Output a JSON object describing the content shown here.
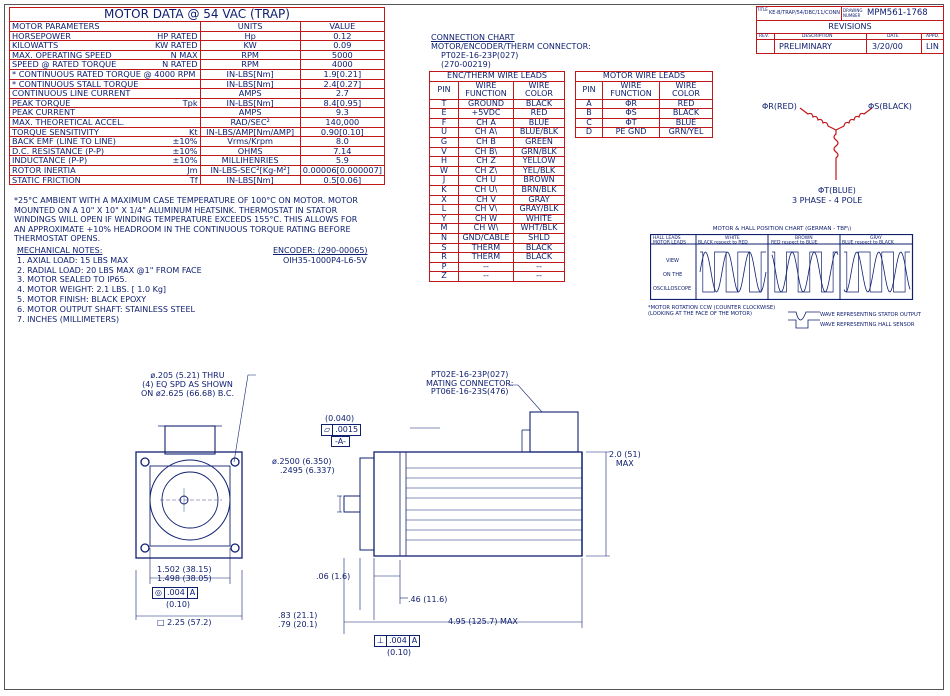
{
  "motor_table": {
    "title": "MOTOR DATA @ 54 VAC (TRAP)",
    "headers": [
      "MOTOR PARAMETERS",
      "UNITS",
      "VALUE"
    ],
    "rows": [
      {
        "param": "HORSEPOWER",
        "sym": "HP RATED",
        "units": "Hp",
        "value": "0.12"
      },
      {
        "param": "KILOWATTS",
        "sym": "KW RATED",
        "units": "KW",
        "value": "0.09"
      },
      {
        "param": "MAX. OPERATING SPEED",
        "sym": "N MAX",
        "units": "RPM",
        "value": "5000"
      },
      {
        "param": "SPEED @ RATED TORQUE",
        "sym": "N RATED",
        "units": "RPM",
        "value": "4000"
      },
      {
        "param": "* CONTINUOUS RATED TORQUE @ 4000 RPM",
        "sym": "",
        "units": "IN-LBS[Nm]",
        "value": "1.9[0.21]"
      },
      {
        "param": "* CONTINUOUS STALL TORQUE",
        "sym": "",
        "units": "IN-LBS[Nm]",
        "value": "2.4[0.27]"
      },
      {
        "param": "CONTINUOUS LINE CURRENT",
        "sym": "",
        "units": "AMPS",
        "value": "2.7"
      },
      {
        "param": "PEAK TORQUE",
        "sym": "Tpk",
        "units": "IN-LBS[Nm]",
        "value": "8.4[0.95]"
      },
      {
        "param": "PEAK CURRENT",
        "sym": "",
        "units": "AMPS",
        "value": "9.3"
      },
      {
        "param": "MAX. THEORETICAL ACCEL.",
        "sym": "",
        "units": "RAD/SEC²",
        "value": "140,000"
      },
      {
        "param": "TORQUE SENSITIVITY",
        "sym": "Kt",
        "units": "IN-LBS/AMP[Nm/AMP]",
        "value": "0.90[0.10]"
      },
      {
        "param": "BACK EMF (LINE TO LINE)",
        "sym": "±10%",
        "units": "Vrms/Krpm",
        "value": "8.0"
      },
      {
        "param": "D.C. RESISTANCE (P-P)",
        "sym": "±10%",
        "units": "OHMS",
        "value": "7.14"
      },
      {
        "param": "INDUCTANCE (P-P)",
        "sym": "±10%",
        "units": "MILLIHENRIES",
        "value": "5.9"
      },
      {
        "param": "ROTOR INERTIA",
        "sym": "Jm",
        "units": "IN-LBS-SEC²[Kg-M²]",
        "value": "0.00006[0.000007]"
      },
      {
        "param": "STATIC FRICTION",
        "sym": "Tf",
        "units": "IN-LBS[Nm]",
        "value": "0.5[0.06]"
      }
    ]
  },
  "ambient_note": [
    "*25°C AMBIENT WITH A MAXIMUM CASE TEMPERATURE OF 100°C ON MOTOR.  MOTOR",
    "MOUNTED ON A 10\" X 10\" X 1/4\" ALUMINUM HEATSINK.  THERMOSTAT IN STATOR",
    "WINDINGS WILL OPEN IF WINDING TEMPERATURE EXCEEDS 155°C.  THIS ALLOWS FOR",
    "AN APPROXIMATE +10% HEADROOM IN THE CONTINUOUS TORQUE RATING BEFORE",
    "THERMOSTAT OPENS."
  ],
  "mechanical_notes": {
    "title": "MECHANICAL NOTES:",
    "items": [
      "1. AXIAL LOAD:  15  LBS MAX",
      "2. RADIAL LOAD:  20  LBS MAX @1\" FROM FACE",
      "3. MOTOR SEALED TO IP65.",
      "4. MOTOR WEIGHT:  2.1 LBS. [ 1.0 Kg]",
      "5. MOTOR FINISH:  BLACK EPOXY",
      "6. MOTOR OUTPUT SHAFT:  STAINLESS STEEL",
      "7. INCHES (MILLIMETERS)"
    ]
  },
  "encoder": {
    "title": "ENCODER: (290-00065)",
    "part": "OIH35-1000P4-L6-5V"
  },
  "connection_chart": {
    "title": "CONNECTION CHART",
    "subtitle": "MOTOR/ENCODER/THERM CONNECTOR:",
    "part1": "PT02E-16-23P(027)",
    "part2": "(270-00219)"
  },
  "enc_table": {
    "title": "ENC/THERM WIRE LEADS",
    "headers": [
      "PIN",
      "WIRE FUNCTION",
      "WIRE COLOR"
    ],
    "rows": [
      [
        "T",
        "GROUND",
        "BLACK"
      ],
      [
        "E",
        "+5VDC",
        "RED"
      ],
      [
        "F",
        "CH A",
        "BLUE"
      ],
      [
        "U",
        "CH A\\",
        "BLUE/BLK"
      ],
      [
        "G",
        "CH B",
        "GREEN"
      ],
      [
        "V",
        "CH B\\",
        "GRN/BLK"
      ],
      [
        "H",
        "CH Z",
        "YELLOW"
      ],
      [
        "W",
        "CH Z\\",
        "YEL/BLK"
      ],
      [
        "J",
        "CH U",
        "BROWN"
      ],
      [
        "K",
        "CH U\\",
        "BRN/BLK"
      ],
      [
        "X",
        "CH V",
        "GRAY"
      ],
      [
        "L",
        "CH V\\",
        "GRAY/BLK"
      ],
      [
        "Y",
        "CH W",
        "WHITE"
      ],
      [
        "M",
        "CH W\\",
        "WHT/BLK"
      ],
      [
        "N",
        "GND/CABLE",
        "SHLD"
      ],
      [
        "S",
        "THERM",
        "BLACK"
      ],
      [
        "R",
        "THERM",
        "BLACK"
      ],
      [
        "P",
        "--",
        "--"
      ],
      [
        "Z",
        "--",
        "--"
      ]
    ]
  },
  "motor_wire_table": {
    "title": "MOTOR WIRE LEADS",
    "headers": [
      "PIN",
      "WIRE FUNCTION",
      "WIRE COLOR"
    ],
    "rows": [
      [
        "A",
        "ΦR",
        "RED"
      ],
      [
        "B",
        "ΦS",
        "BLACK"
      ],
      [
        "C",
        "ΦT",
        "BLUE"
      ],
      [
        "D",
        "PE GND",
        "GRN/YEL"
      ]
    ]
  },
  "phase_diagram": {
    "r": "ΦR(RED)",
    "s": "ΦS(BLACK)",
    "t": "ΦT(BLUE)",
    "caption": "3 PHASE - 4 POLE"
  },
  "hall_chart": {
    "title": "MOTOR & HALL POSITION CHART (GERMAN - TBF\\)",
    "header_left": [
      "HALL LEADS",
      "MOTOR LEADS"
    ],
    "columns": [
      {
        "name": "WHITE",
        "sub": "BLACK respect to RED"
      },
      {
        "name": "BROWN",
        "sub": "RED respect to BLUE"
      },
      {
        "name": "GRAY",
        "sub": "BLUE respect to BLACK"
      }
    ],
    "row_label": [
      "VIEW",
      "ON THE",
      "OSCILLOSCOPE"
    ],
    "note1": "*MOTOR ROTATION CCW (COUNTER CLOCKWISE)",
    "note2": "(LOOKING AT THE FACE OF THE MOTOR)",
    "legend1": "WAVE REPRESENTING STATOR OUTPUT",
    "legend2": "WAVE REPRESENTING HALL SENSOR"
  },
  "title_block": {
    "title_label": "TITLE",
    "title_value": "KE-B/TRAP/54/DBC/11/CONN",
    "drawing_label": "DRAWING NUMBER",
    "drawing_value": "MPM561-1768",
    "revisions": "REVISIONS",
    "headers": [
      "REV.",
      "DESCRIPTION",
      "DATE",
      "APPD."
    ],
    "row": [
      "",
      "PRELIMINARY",
      "3/20/00",
      "LIN"
    ]
  },
  "front_view": {
    "hole_note": [
      "ø.205 (5.21) THRU",
      "(4) EQ SPD AS SHOWN",
      "ON ø2.625 (66.68) B.C."
    ],
    "pilot_dim": [
      "1.502 (38.15)",
      "1.498 (38.05)"
    ],
    "gdt": [
      "◎",
      ".004",
      "A"
    ],
    "gdt_sub": "(0.10)",
    "square_dim": "□ 2.25 (57.2)"
  },
  "side_view": {
    "connector_note": [
      "PT02E-16-23P(027)",
      "MATING CONNECTOR:",
      "PT06E-16-23S(476)"
    ],
    "frame_gdt": [
      "(0.040)"
    ],
    "frame_gdt2": [
      "▱",
      ".0015"
    ],
    "datum": "-A-",
    "shaft_dia": [
      "ø.2500 (6.350)",
      ".2495 (6.337)"
    ],
    "height_dim": [
      "2.0 (51)",
      "MAX"
    ],
    "flange_dim": ".06 (1.6)",
    "pilot_len": ".46 (11.6)",
    "shaft_len": [
      ".83 (21.1)",
      ".79 (20.1)"
    ],
    "body_len": "4.95 (125.7) MAX",
    "perp_gdt": [
      "⊥",
      ".004",
      "A"
    ],
    "perp_sub": "(0.10)"
  }
}
